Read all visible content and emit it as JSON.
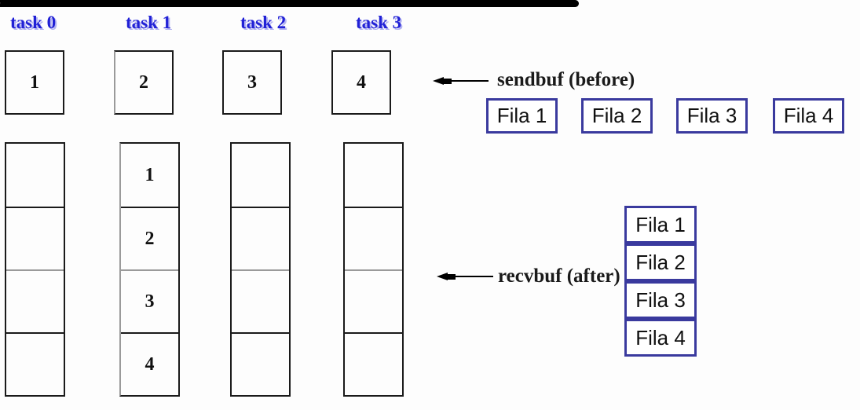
{
  "tasks": [
    {
      "label": "task 0"
    },
    {
      "label": "task 1"
    },
    {
      "label": "task 2"
    },
    {
      "label": "task 3"
    }
  ],
  "sendbuf": {
    "arrow_label": "sendbuf (before)",
    "values": [
      "1",
      "2",
      "3",
      "4"
    ]
  },
  "recvbuf": {
    "arrow_label": "recvbuf (after)",
    "columns": [
      {
        "cells": [
          "",
          "",
          "",
          ""
        ]
      },
      {
        "cells": [
          "1",
          "2",
          "3",
          "4"
        ]
      },
      {
        "cells": [
          "",
          "",
          "",
          ""
        ]
      },
      {
        "cells": [
          "",
          "",
          "",
          ""
        ]
      }
    ]
  },
  "fila_row": {
    "items": [
      "Fila 1",
      "Fila 2",
      "Fila 3",
      "Fila 4"
    ]
  },
  "fila_stack": {
    "items": [
      "Fila 1",
      "Fila 2",
      "Fila 3",
      "Fila 4"
    ]
  },
  "colors": {
    "task_label_blue": "#2121d6",
    "fila_border_blue": "#3a3a9e",
    "box_border_black": "#1a1a1a",
    "gray_divider": "#9a9a9a"
  }
}
